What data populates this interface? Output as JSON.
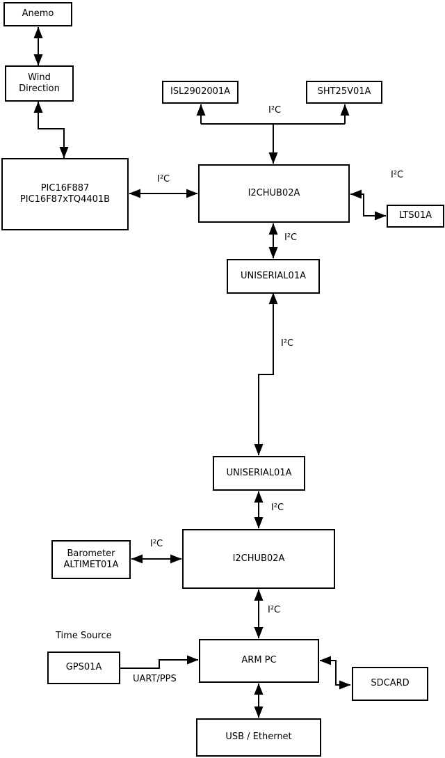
{
  "nodes": {
    "anemo": "Anemo",
    "wind_direction": "Wind\nDirection",
    "pic": "PIC16F887\nPIC16F87xTQ4401B",
    "isl": "ISL2902001A",
    "sht": "SHT25V01A",
    "i2chub_top": "I2CHUB02A",
    "lts": "LTS01A",
    "uniserial_top": "UNISERIAL01A",
    "uniserial_bottom": "UNISERIAL01A",
    "i2chub_bottom": "I2CHUB02A",
    "barometer": "Barometer\nALTIMET01A",
    "arm_pc": "ARM PC",
    "gps": "GPS01A",
    "sdcard": "SDCARD",
    "usb_ethernet": "USB / Ethernet"
  },
  "edge_labels": {
    "i2c_sensors": "I²C",
    "i2c_pic": "I²C",
    "i2c_lts": "I²C",
    "i2c_hub_uniserial": "I²C",
    "i2c_long_link": "I²C",
    "i2c_uniserial_hub": "I²C",
    "i2c_barometer": "I²C",
    "i2c_arm": "I²C",
    "time_source": "Time Source",
    "uart_pps": "UART/PPS"
  },
  "edges": [
    {
      "from": "Anemo",
      "to": "Wind Direction",
      "bidirectional": true,
      "label": ""
    },
    {
      "from": "Wind Direction",
      "to": "PIC16F887 PIC16F87xTQ4401B",
      "bidirectional": true,
      "label": ""
    },
    {
      "from": "I2CHUB02A (top)",
      "to": "ISL2902001A",
      "bidirectional": false,
      "label": "I²C"
    },
    {
      "from": "I2CHUB02A (top)",
      "to": "SHT25V01A",
      "bidirectional": false,
      "label": "I²C"
    },
    {
      "from": "PIC16F887 PIC16F87xTQ4401B",
      "to": "I2CHUB02A (top)",
      "bidirectional": true,
      "label": "I²C"
    },
    {
      "from": "I2CHUB02A (top)",
      "to": "LTS01A",
      "bidirectional": true,
      "label": "I²C"
    },
    {
      "from": "I2CHUB02A (top)",
      "to": "UNISERIAL01A (top)",
      "bidirectional": true,
      "label": "I²C"
    },
    {
      "from": "UNISERIAL01A (top)",
      "to": "UNISERIAL01A (bottom)",
      "bidirectional": true,
      "label": "I²C"
    },
    {
      "from": "UNISERIAL01A (bottom)",
      "to": "I2CHUB02A (bottom)",
      "bidirectional": true,
      "label": "I²C"
    },
    {
      "from": "Barometer ALTIMET01A",
      "to": "I2CHUB02A (bottom)",
      "bidirectional": true,
      "label": "I²C"
    },
    {
      "from": "I2CHUB02A (bottom)",
      "to": "ARM PC",
      "bidirectional": true,
      "label": "I²C"
    },
    {
      "from": "GPS01A",
      "to": "ARM PC",
      "bidirectional": false,
      "label": "UART/PPS"
    },
    {
      "from": "ARM PC",
      "to": "SDCARD",
      "bidirectional": true,
      "label": ""
    },
    {
      "from": "ARM PC",
      "to": "USB / Ethernet",
      "bidirectional": true,
      "label": ""
    }
  ],
  "colors": {
    "line": "#000000",
    "box_fill": "#ffffff",
    "background": "#ffffff"
  }
}
